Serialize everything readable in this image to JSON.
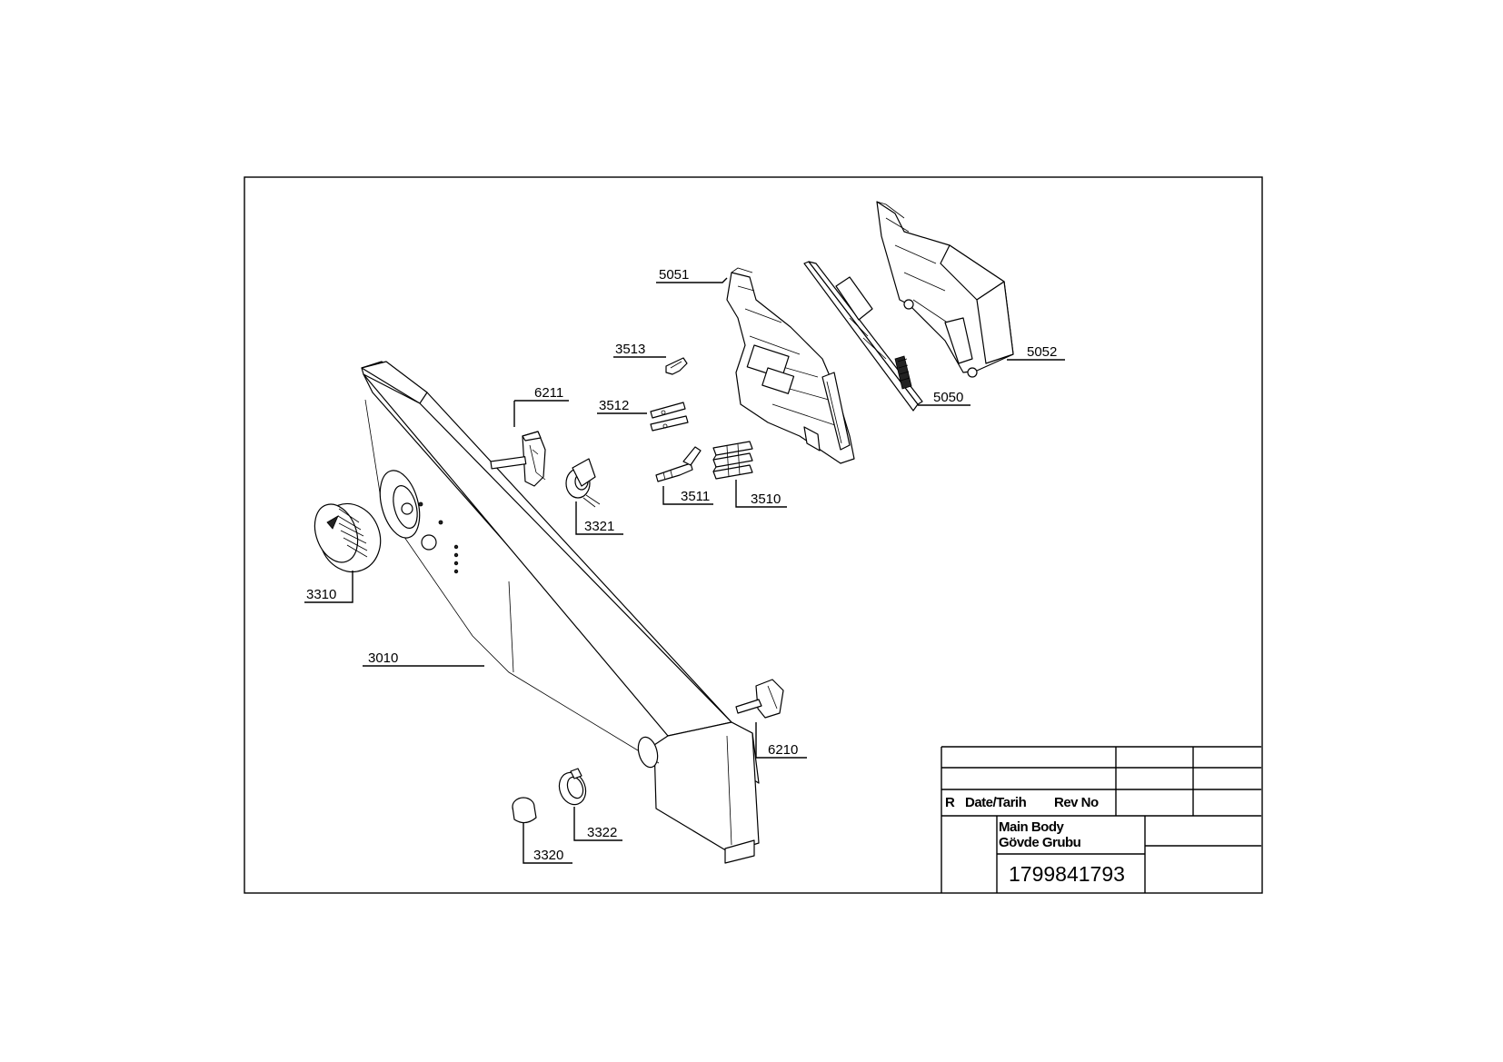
{
  "labels": {
    "p5051": "5051",
    "p5052": "5052",
    "p5050": "5050",
    "p3513": "3513",
    "p3512": "3512",
    "p6211": "6211",
    "p3511": "3511",
    "p3510": "3510",
    "p3321": "3321",
    "p3310": "3310",
    "p3010": "3010",
    "p6210": "6210",
    "p3322": "3322",
    "p3320": "3320"
  },
  "title_block": {
    "rev_col": "R",
    "date_col": "Date/Tarih",
    "revno_col": "Rev No",
    "name_en": "Main Body",
    "name_tr": "Gövde Grubu",
    "part_number": "1799841793"
  }
}
